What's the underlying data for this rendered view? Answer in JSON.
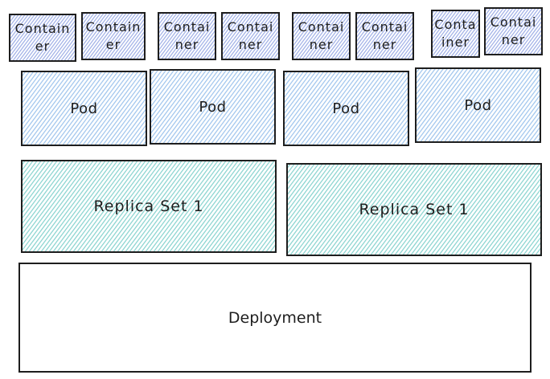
{
  "colors": {
    "container_fill": "#a5b4e8",
    "pod_fill": "#a5c8ee",
    "replica_fill": "#8fd6d2",
    "stroke": "#1e1e1e",
    "deployment_fill": "#ffffff"
  },
  "containers": [
    {
      "label": "Container"
    },
    {
      "label": "Container"
    },
    {
      "label": "Container"
    },
    {
      "label": "Container"
    },
    {
      "label": "Container"
    },
    {
      "label": "Container"
    },
    {
      "label": "Container"
    },
    {
      "label": "Container"
    }
  ],
  "pods": [
    {
      "label": "Pod"
    },
    {
      "label": "Pod"
    },
    {
      "label": "Pod"
    },
    {
      "label": "Pod"
    }
  ],
  "replica_sets": [
    {
      "label": "Replica Set 1"
    },
    {
      "label": "Replica Set 1"
    }
  ],
  "deployment": {
    "label": "Deployment"
  }
}
